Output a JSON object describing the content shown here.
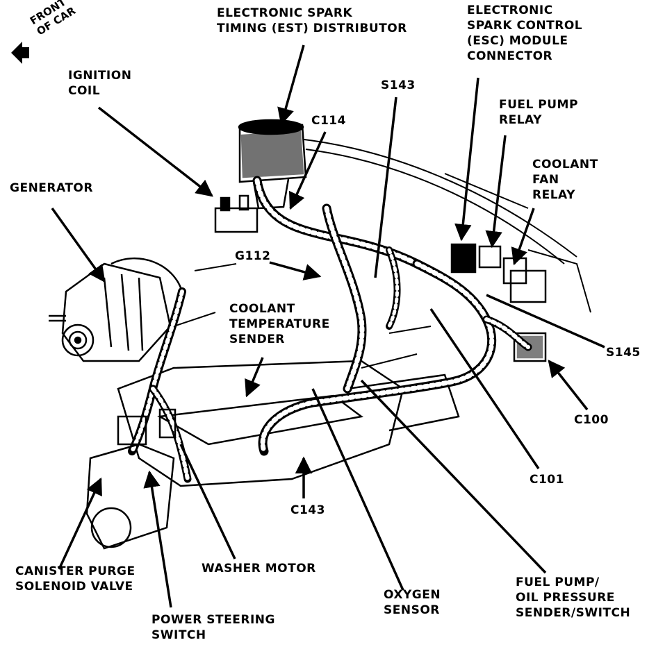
{
  "front_indicator": {
    "line1": "FRONT",
    "line2": "OF CAR"
  },
  "labels": {
    "est_distributor": {
      "line1": "ELECTRONIC SPARK",
      "line2": "TIMING (EST) DISTRIBUTOR"
    },
    "esc_module": {
      "line1": "ELECTRONIC",
      "line2": "SPARK CONTROL",
      "line3": "(ESC) MODULE",
      "line4": "CONNECTOR"
    },
    "ignition_coil": {
      "line1": "IGNITION",
      "line2": "COIL"
    },
    "s143": "S143",
    "c114": "C114",
    "fuel_pump_relay": {
      "line1": "FUEL PUMP",
      "line2": "RELAY"
    },
    "coolant_fan_relay": {
      "line1": "COOLANT",
      "line2": "FAN",
      "line3": "RELAY"
    },
    "generator": "GENERATOR",
    "g112": "G112",
    "coolant_temp_sender": {
      "line1": "COOLANT",
      "line2": "TEMPERATURE",
      "line3": "SENDER"
    },
    "s145": "S145",
    "c100": "C100",
    "c101": "C101",
    "c143": "C143",
    "canister_purge": {
      "line1": "CANISTER PURGE",
      "line2": "SOLENOID VALVE"
    },
    "washer_motor": "WASHER MOTOR",
    "oxygen_sensor": {
      "line1": "OXYGEN",
      "line2": "SENSOR"
    },
    "fuel_pump_oil": {
      "line1": "FUEL PUMP/",
      "line2": "OIL PRESSURE",
      "line3": "SENDER/SWITCH"
    },
    "power_steering": {
      "line1": "POWER STEERING",
      "line2": "SWITCH"
    }
  }
}
